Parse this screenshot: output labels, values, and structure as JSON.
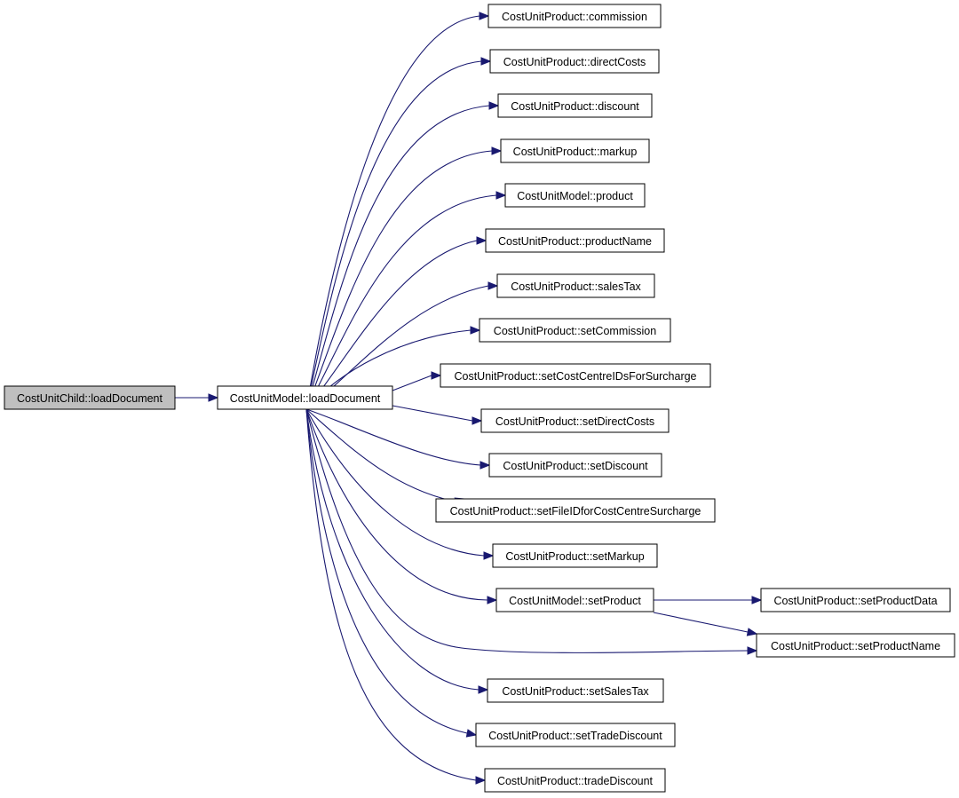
{
  "colors": {
    "edge": "#191970",
    "root_fill": "#bfbfbf",
    "node_fill": "#ffffff",
    "border": "#000000"
  },
  "nodes": {
    "root": "CostUnitChild::loadDocument",
    "load": "CostUnitModel::loadDocument",
    "commission": "CostUnitProduct::commission",
    "directCosts": "CostUnitProduct::directCosts",
    "discount": "CostUnitProduct::discount",
    "markup": "CostUnitProduct::markup",
    "product": "CostUnitModel::product",
    "productName": "CostUnitProduct::productName",
    "salesTax": "CostUnitProduct::salesTax",
    "setCommission": "CostUnitProduct::setCommission",
    "setCostCentreIds": "CostUnitProduct::setCostCentreIDsForSurcharge",
    "setDirectCosts": "CostUnitProduct::setDirectCosts",
    "setDiscount": "CostUnitProduct::setDiscount",
    "setFileId": "CostUnitProduct::setFileIDforCostCentreSurcharge",
    "setMarkup": "CostUnitProduct::setMarkup",
    "setProduct": "CostUnitModel::setProduct",
    "setProductData": "CostUnitProduct::setProductData",
    "setProductName": "CostUnitProduct::setProductName",
    "setSalesTax": "CostUnitProduct::setSalesTax",
    "setTradeDiscount": "CostUnitProduct::setTradeDiscount",
    "tradeDiscount": "CostUnitProduct::tradeDiscount"
  }
}
